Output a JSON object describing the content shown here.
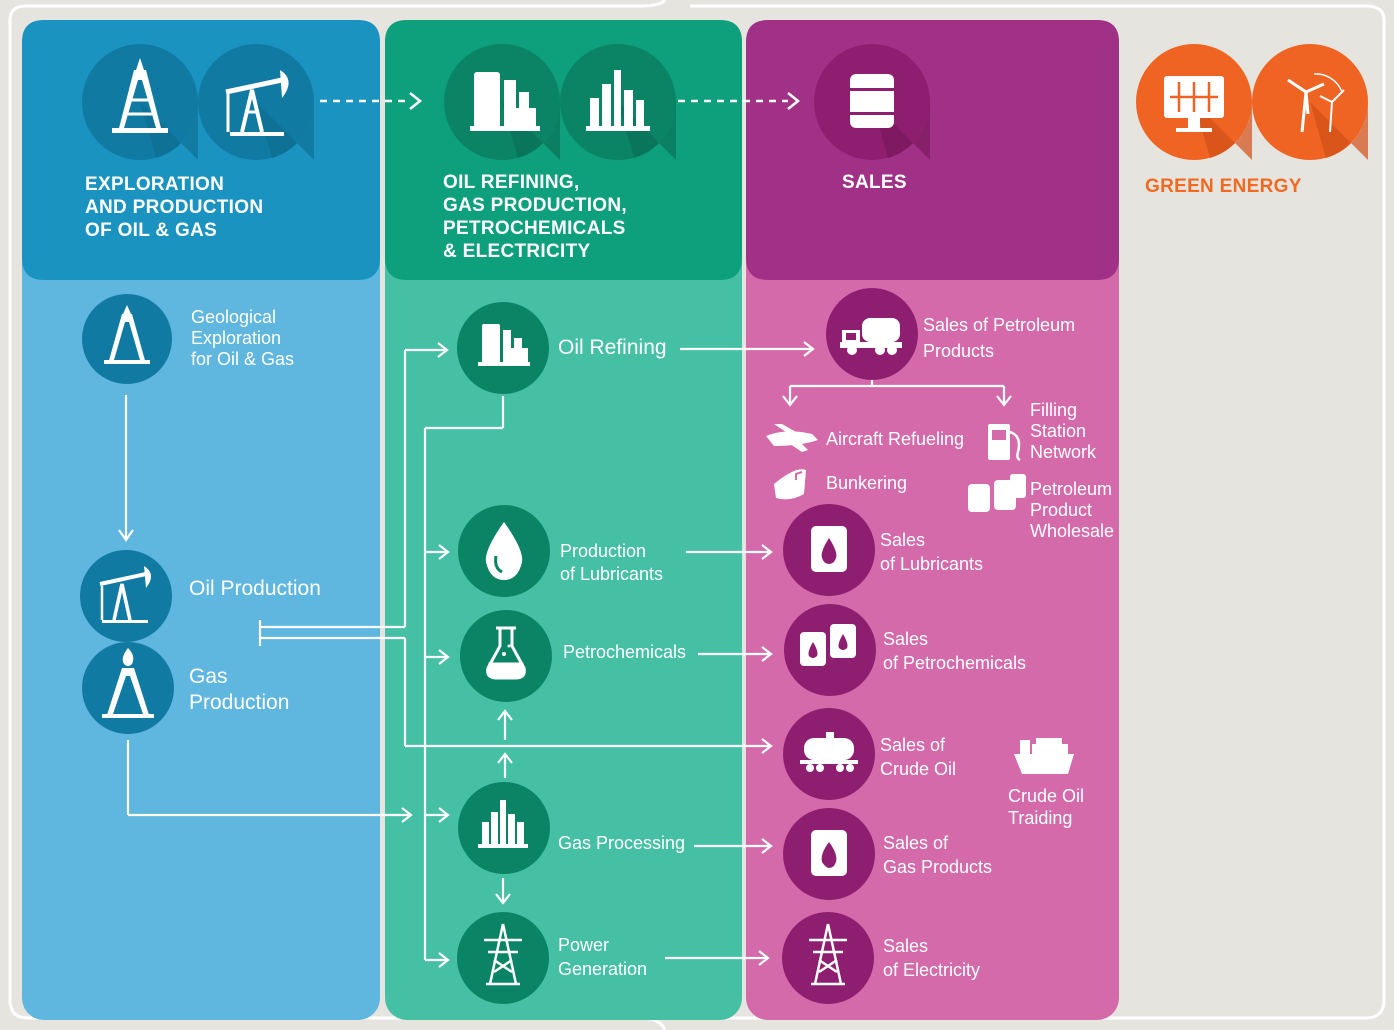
{
  "colors": {
    "background": "#e6e4df",
    "upstream_header": "#1a93c0",
    "upstream_body": "#5fb6df",
    "upstream_circle": "#117aa3",
    "midstream_header": "#0e9f7c",
    "midstream_body": "#45c0a4",
    "midstream_circle": "#0b8466",
    "sales_header": "#a13186",
    "sales_body": "#d56aaa",
    "sales_circle": "#8e1f70",
    "green_energy": "#f26a21",
    "green_circle": "#ef6423"
  },
  "columns": {
    "upstream": {
      "title": "EXPLORATION\nAND PRODUCTION\nOF OIL & GAS",
      "icons": [
        "oil-rig-icon",
        "pumpjack-icon"
      ]
    },
    "midstream": {
      "title": "OIL REFINING,\nGAS PRODUCTION,\nPETROCHEMICALS\n& ELECTRICITY",
      "icons": [
        "refinery-icon",
        "gas-plant-icon"
      ]
    },
    "sales": {
      "title": "SALES",
      "icons": [
        "barrel-icon"
      ]
    },
    "green": {
      "title": "GREEN ENERGY",
      "icons": [
        "solar-panel-icon",
        "wind-turbine-icon"
      ]
    }
  },
  "nodes": {
    "geological": {
      "label": "Geological\nExploration\nfor Oil & Gas",
      "icon": "oil-rig-icon"
    },
    "oil_production": {
      "label": "Oil Production",
      "icon": "pumpjack-icon"
    },
    "gas_production": {
      "label": "Gas\nProduction",
      "icon": "gas-rig-icon"
    },
    "oil_refining": {
      "label": "Oil Refining",
      "icon": "refinery-icon"
    },
    "lubricants": {
      "label": "Production\nof Lubricants",
      "icon": "drop-icon"
    },
    "petrochemicals": {
      "label": "Petrochemicals",
      "icon": "flask-icon"
    },
    "gas_processing": {
      "label": "Gas Processing",
      "icon": "gas-plant-icon"
    },
    "power_generation": {
      "label": "Power\nGeneration",
      "icon": "pylon-icon"
    },
    "sales_petroleum": {
      "label": "Sales of Petroleum\nProducts",
      "icon": "tanker-truck-icon"
    },
    "aircraft": {
      "label": "Aircraft Refueling",
      "icon": "airplane-icon"
    },
    "filling": {
      "label": "Filling\nStation\nNetwork",
      "icon": "fuel-pump-icon"
    },
    "bunkering": {
      "label": "Bunkering",
      "icon": "ship-bow-icon"
    },
    "wholesale": {
      "label": "Petroleum\nProduct\nWholesale",
      "icon": "barrels-icon"
    },
    "sales_lubricants": {
      "label": "Sales\nof Lubricants",
      "icon": "lubricant-barrel-icon"
    },
    "sales_petrochemicals": {
      "label": "Sales\nof Petrochemicals",
      "icon": "petrochem-barrels-icon"
    },
    "sales_crude": {
      "label": "Sales of\nCrude Oil",
      "icon": "rail-tank-car-icon"
    },
    "crude_trading": {
      "label": "Crude Oil\nTraiding",
      "icon": "cargo-ship-icon"
    },
    "sales_gas": {
      "label": "Sales of\nGas Products",
      "icon": "gas-barrel-icon"
    },
    "sales_electricity": {
      "label": "Sales\nof Electricity",
      "icon": "pylon-icon"
    }
  }
}
